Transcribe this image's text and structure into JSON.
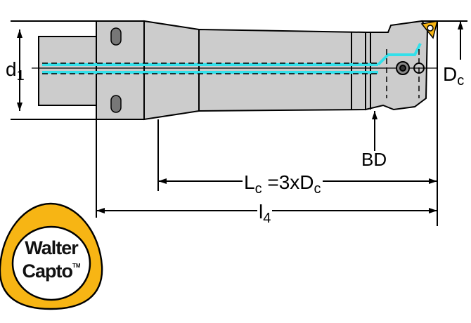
{
  "labels": {
    "d1_main": "d",
    "d1_sub": "1",
    "dc_main": "D",
    "dc_sub": "c",
    "bd": "BD",
    "lc_main": "L",
    "lc_sub": "c",
    "lc_eq": " =3xD",
    "lc_eq_sub": "c",
    "l4_main": "l",
    "l4_sub": "4"
  },
  "logo": {
    "line1": "Walter",
    "line2": "Capto",
    "tm": "TM"
  },
  "colors": {
    "body": "#cccccc",
    "coolant": "#33e0ea",
    "logo_ring": "#f7b514"
  }
}
